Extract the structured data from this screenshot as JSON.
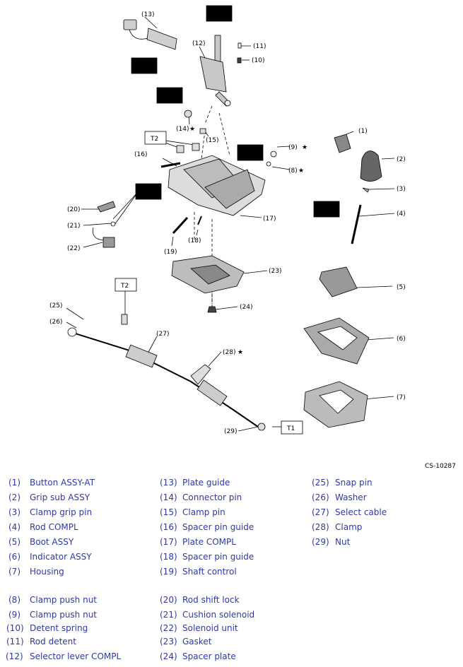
{
  "diagram_code": "CS-10287",
  "callouts": {
    "c1": "(1)",
    "c2": "(2)",
    "c3": "(3)",
    "c4": "(4)",
    "c5": "(5)",
    "c6": "(6)",
    "c7": "(7)",
    "c8": "(8)",
    "c9": "(9)",
    "c10": "(10)",
    "c11": "(11)",
    "c12": "(12)",
    "c13": "(13)",
    "c14": "(14)",
    "c15": "(15)",
    "c16": "(16)",
    "c17": "(17)",
    "c18": "(18)",
    "c19": "(19)",
    "c20": "(20)",
    "c21": "(21)",
    "c22": "(22)",
    "c23": "(23)",
    "c24": "(24)",
    "c25": "(25)",
    "c26": "(26)",
    "c27": "(27)",
    "c28": "(28)",
    "c29": "(29)"
  },
  "torque_labels": {
    "t1": "T1",
    "t2a": "T2",
    "t2b": "T2"
  },
  "star": "★",
  "legend": {
    "col1": [
      {
        "num": "(1)",
        "name": "Button ASSY-AT"
      },
      {
        "num": "(2)",
        "name": "Grip sub ASSY"
      },
      {
        "num": "(3)",
        "name": "Clamp grip pin"
      },
      {
        "num": "(4)",
        "name": "Rod COMPL"
      },
      {
        "num": "(5)",
        "name": "Boot ASSY"
      },
      {
        "num": "(6)",
        "name": "Indicator ASSY"
      },
      {
        "num": "(7)",
        "name": "Housing"
      },
      {
        "num": "(8)",
        "name": "Clamp push nut"
      },
      {
        "num": "(9)",
        "name": "Clamp push nut"
      },
      {
        "num": "(10)",
        "name": "Detent spring"
      },
      {
        "num": "(11)",
        "name": "Rod detent"
      },
      {
        "num": "(12)",
        "name": "Selector lever COMPL"
      }
    ],
    "col2": [
      {
        "num": "(13)",
        "name": "Plate guide"
      },
      {
        "num": "(14)",
        "name": "Connector pin"
      },
      {
        "num": "(15)",
        "name": "Clamp pin"
      },
      {
        "num": "(16)",
        "name": "Spacer pin guide"
      },
      {
        "num": "(17)",
        "name": "Plate COMPL"
      },
      {
        "num": "(18)",
        "name": "Spacer pin guide"
      },
      {
        "num": "(19)",
        "name": "Shaft control"
      },
      {
        "num": "(20)",
        "name": "Rod shift lock"
      },
      {
        "num": "(21)",
        "name": "Cushion solenoid"
      },
      {
        "num": "(22)",
        "name": "Solenoid unit"
      },
      {
        "num": "(23)",
        "name": "Gasket"
      },
      {
        "num": "(24)",
        "name": "Spacer plate"
      }
    ],
    "col3": [
      {
        "num": "(25)",
        "name": "Snap pin"
      },
      {
        "num": "(26)",
        "name": "Washer"
      },
      {
        "num": "(27)",
        "name": "Select cable"
      },
      {
        "num": "(28)",
        "name": "Clamp"
      },
      {
        "num": "(29)",
        "name": "Nut"
      }
    ]
  }
}
